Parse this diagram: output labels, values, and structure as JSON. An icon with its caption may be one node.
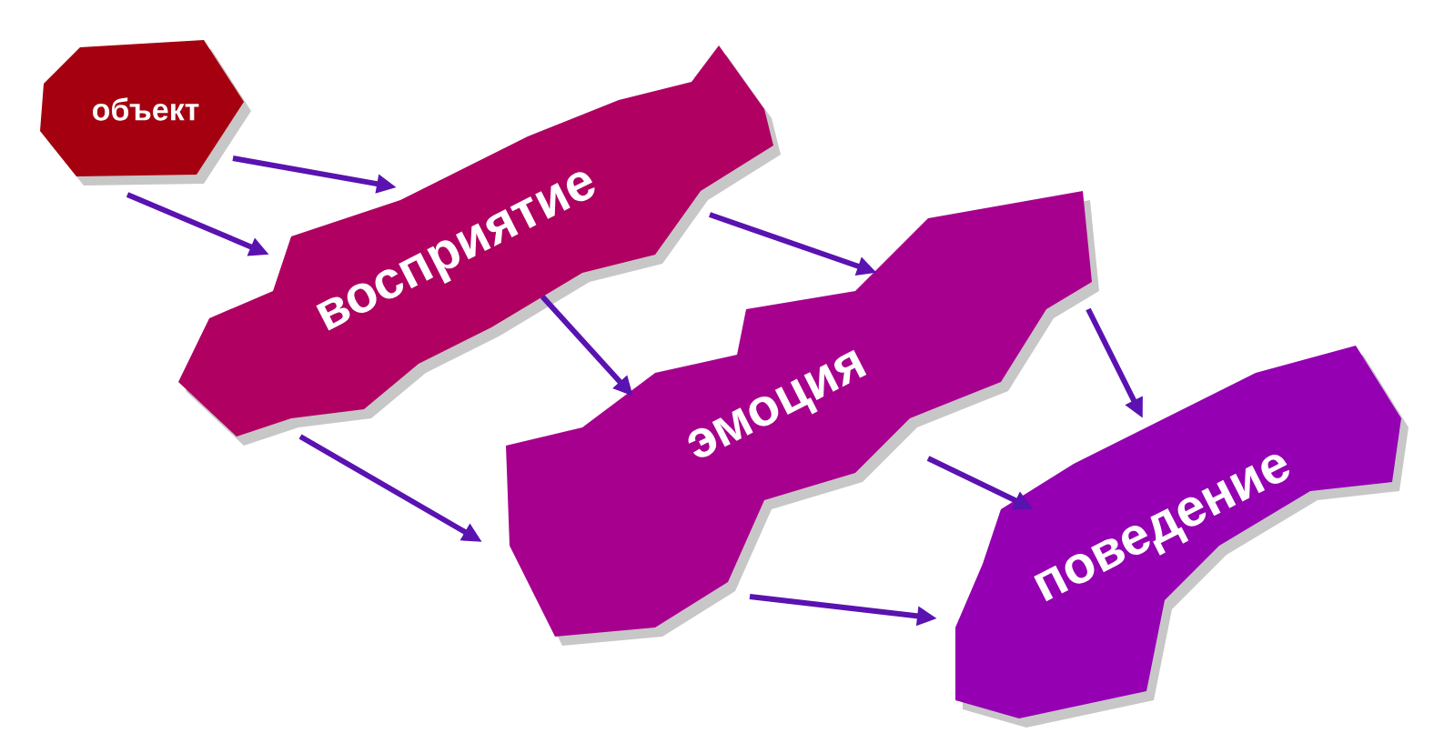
{
  "diagram": {
    "nodes": [
      {
        "text": [
          "объект"
        ]
      },
      {
        "text": [
          "восприятие"
        ]
      },
      {
        "text": [
          "эмоция"
        ]
      },
      {
        "text": [
          "поведение"
        ]
      }
    ],
    "edges": [
      {
        "from": 0,
        "to": 1,
        "arrow": "to"
      },
      {
        "from": 0,
        "to": 1,
        "arrow": "to"
      },
      {
        "from": 1,
        "to": 2,
        "arrow": "to"
      },
      {
        "from": 1,
        "to": 2,
        "arrow": "to"
      },
      {
        "from": 1,
        "to": 2,
        "arrow": "to"
      },
      {
        "from": 2,
        "to": 3,
        "arrow": "to"
      },
      {
        "from": 2,
        "to": 3,
        "arrow": "to"
      },
      {
        "from": 2,
        "to": 3,
        "arrow": "to"
      }
    ]
  }
}
